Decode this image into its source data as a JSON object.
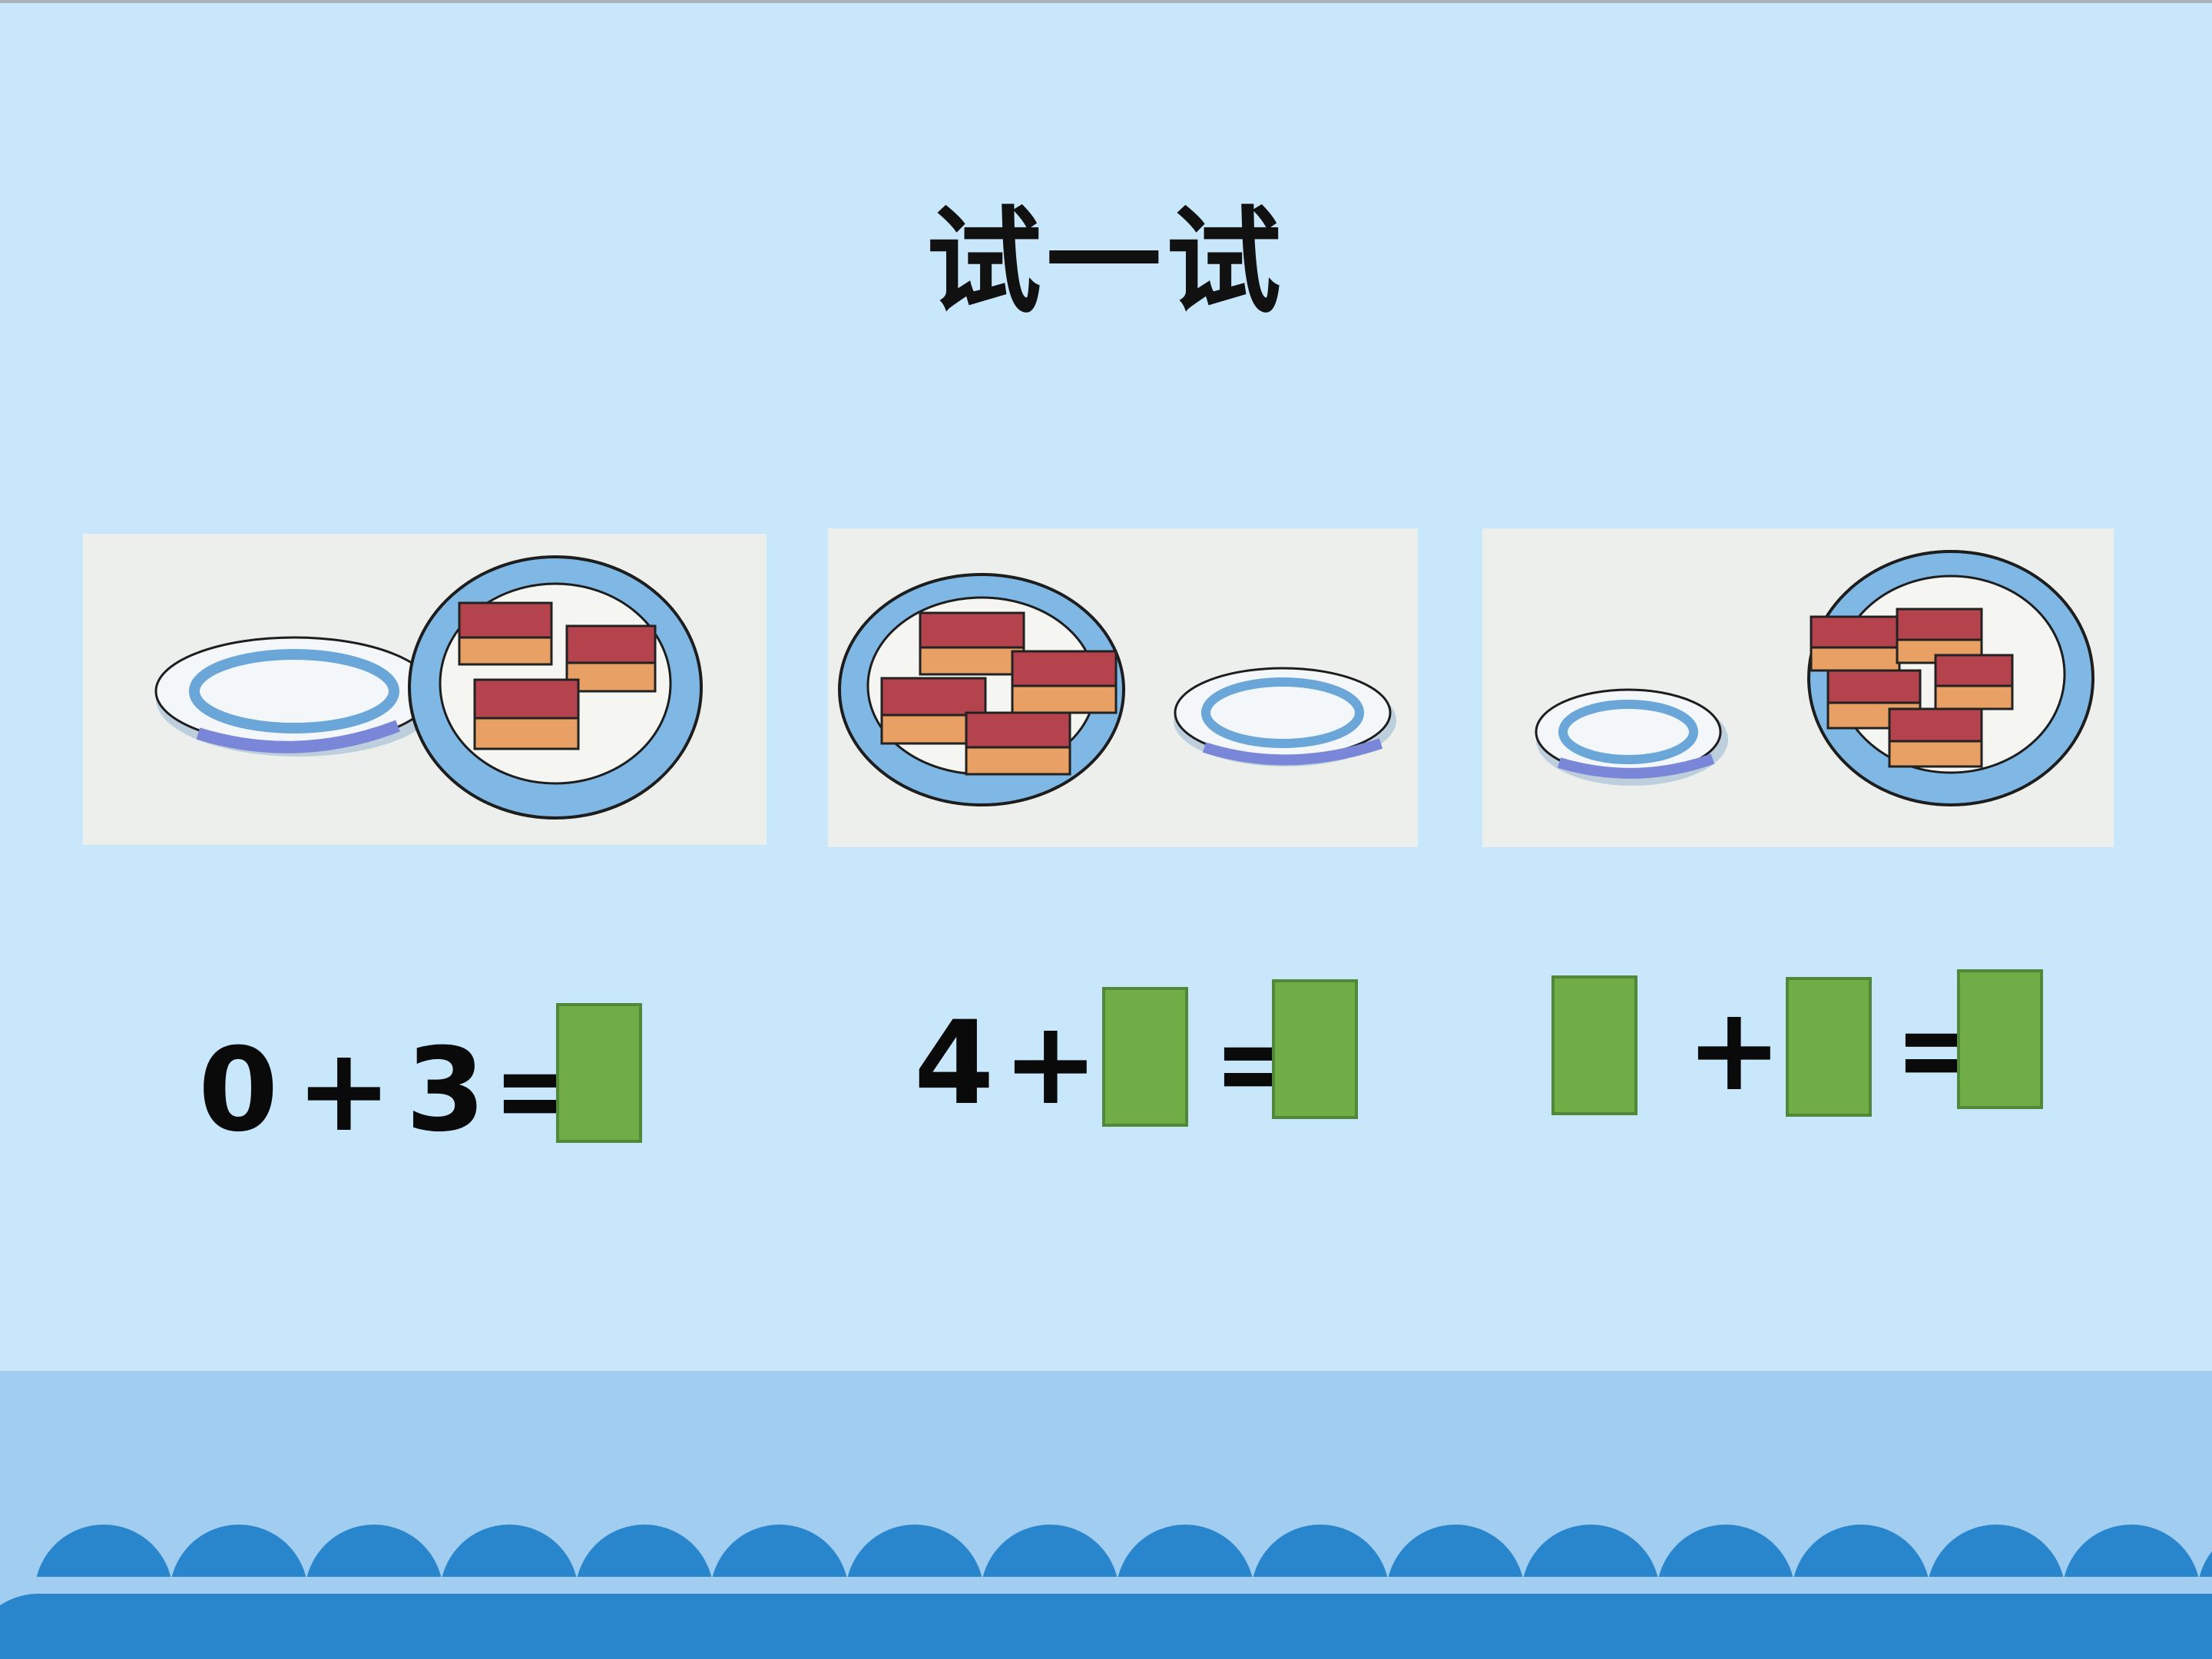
{
  "title": "试一试",
  "equations": [
    {
      "parts": [
        "0",
        "+",
        "3",
        "="
      ],
      "blanks": 1
    },
    {
      "parts": [
        "4",
        "+",
        "="
      ],
      "blanks": 2
    },
    {
      "parts": [
        "+",
        "="
      ],
      "blanks": 3
    }
  ],
  "colors": {
    "background": "#c8e7fa",
    "answer_box": "#70ad47",
    "wave_dark": "#2a86cc",
    "wave_band": "#a0cdf0"
  },
  "illustrations": [
    {
      "name": "empty-plate-and-three-cakes",
      "left_plate_cakes": 0,
      "right_plate_cakes": 3
    },
    {
      "name": "four-cakes-and-empty-plate",
      "left_plate_cakes": 4,
      "right_plate_cakes": 0
    },
    {
      "name": "empty-plate-and-five-cakes",
      "left_plate_cakes": 0,
      "right_plate_cakes": 5
    }
  ]
}
